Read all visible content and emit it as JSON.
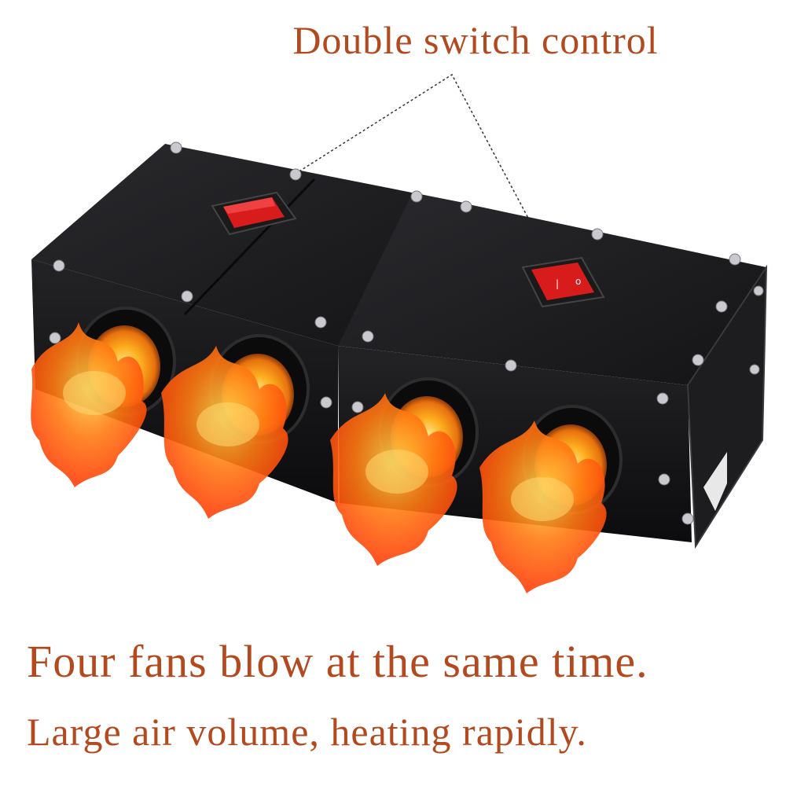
{
  "callout": {
    "text": "Double switch control"
  },
  "caption": {
    "headline": "Four fans blow at the same time.",
    "subline": "Large air volume, heating rapidly."
  },
  "product": {
    "fan_count": 4,
    "switch_count": 2,
    "switch_marks": [
      "|",
      "o"
    ]
  },
  "colors": {
    "text": "#b34a1f",
    "housing": "#17171a",
    "switch": "#d81c1c",
    "flame_outer": "#ff3d0a",
    "flame_inner": "#ffb020"
  }
}
